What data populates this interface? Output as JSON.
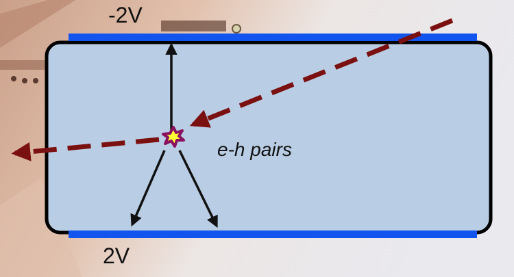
{
  "labels": {
    "top_voltage": "-2V",
    "bottom_voltage": "2V",
    "pairs": "e-h pairs"
  },
  "colors": {
    "detector_fill": "#b9cde4",
    "detector_border": "#000000",
    "electrode": "#1155ee",
    "particle_track": "#7a1010",
    "field_arrows": "#111111",
    "hit_star_fill": "#ffff33",
    "hit_star_border": "#8a1060",
    "background_left": "#d9b49f",
    "background_right": "#e8e8ec"
  },
  "icons": {
    "hit": "star-burst-icon"
  }
}
